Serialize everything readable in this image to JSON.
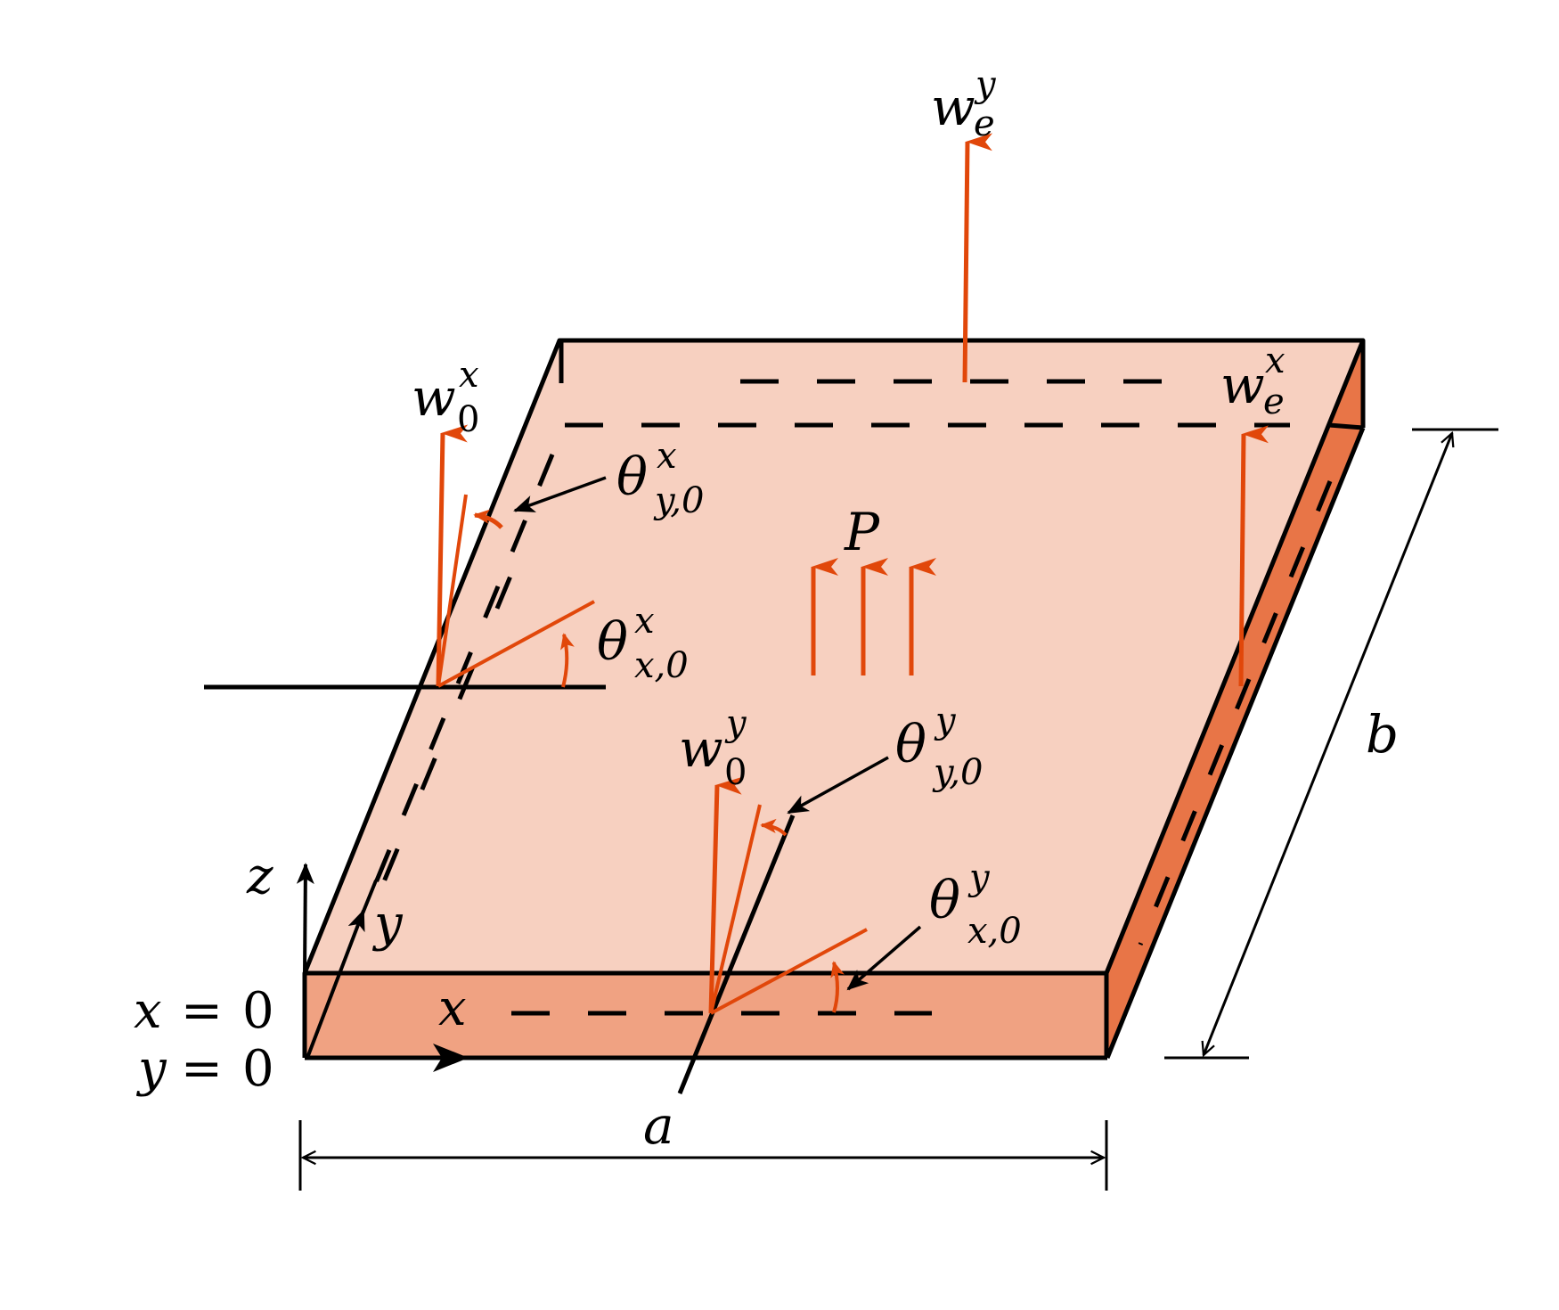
{
  "figure": {
    "type": "plate-boundary-conditions-diagram",
    "colors": {
      "top_face": "#F7D0C0",
      "front_face": "#F0A282",
      "side_face": "#E87547",
      "load_arrows": "#E1470A",
      "lines": "#000000",
      "background": "#FFFFFF"
    }
  },
  "labels": {
    "w_e_y": {
      "base": "w",
      "sub": "e",
      "sup": "y"
    },
    "w_e_x": {
      "base": "w",
      "sub": "e",
      "sup": "x"
    },
    "w_0_x": {
      "base": "w",
      "sub": "0",
      "sup": "x"
    },
    "w_0_y": {
      "base": "w",
      "sub": "0",
      "sup": "y"
    },
    "theta_y0_x": {
      "base": "θ",
      "sub": "y,0",
      "sup": "x"
    },
    "theta_x0_x": {
      "base": "θ",
      "sub": "x,0",
      "sup": "x"
    },
    "theta_y0_y": {
      "base": "θ",
      "sub": "y,0",
      "sup": "y"
    },
    "theta_x0_y": {
      "base": "θ",
      "sub": "x,0",
      "sup": "y"
    },
    "load": "P",
    "dim_a": "a",
    "dim_b": "b",
    "axis_x": "x",
    "axis_y": "y",
    "axis_z": "z",
    "origin_x": {
      "var": "x",
      "eq": "=",
      "val": "0"
    },
    "origin_y": {
      "var": "y",
      "eq": "=",
      "val": "0"
    }
  }
}
